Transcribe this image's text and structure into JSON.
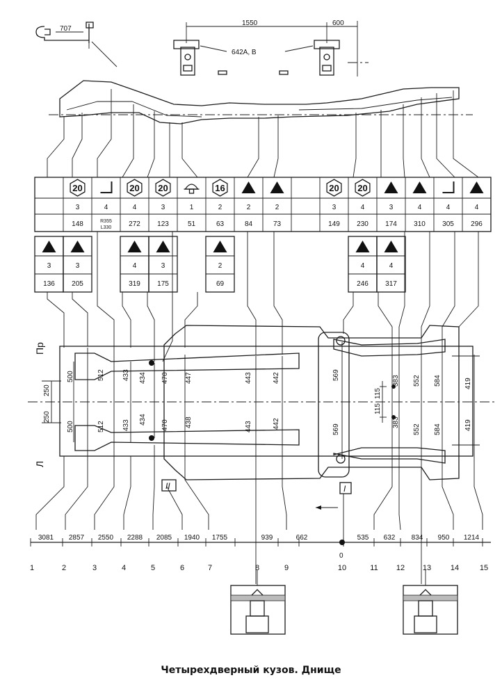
{
  "caption": "Четырехдверный кузов. Днище",
  "top_dims": {
    "d1": "707",
    "d2": "1550",
    "d3": "600",
    "d4": "642A, B"
  },
  "side_labels": {
    "right": "Пр",
    "left": "Л"
  },
  "views": {
    "v1": "I",
    "v2": "II"
  },
  "table_top": {
    "icons": [
      "",
      "20",
      "corner",
      "20",
      "20",
      "dome",
      "16",
      "tri",
      "tri",
      "",
      "20",
      "20",
      "tri",
      "tri",
      "corner",
      "tri"
    ],
    "qty": [
      "",
      "3",
      "4",
      "4",
      "3",
      "1",
      "2",
      "2",
      "2",
      "",
      "3",
      "4",
      "3",
      "4",
      "4",
      "4"
    ],
    "num": [
      "",
      "148",
      "R355 L330",
      "272",
      "123",
      "51",
      "63",
      "84",
      "73",
      "",
      "149",
      "230",
      "174",
      "310",
      "305",
      "296"
    ]
  },
  "table_sub": [
    {
      "qty": "3",
      "num": "136"
    },
    {
      "qty": "3",
      "num": "205"
    },
    {
      "qty": "4",
      "num": "319"
    },
    {
      "qty": "3",
      "num": "175"
    },
    {
      "qty": "2",
      "num": "69"
    },
    {
      "qty": "4",
      "num": "246"
    },
    {
      "qty": "4",
      "num": "317"
    }
  ],
  "inner_dims": {
    "d250a": "250",
    "d250b": "250",
    "d500a": "500",
    "d500b": "500",
    "d512a": "512",
    "d512b": "512",
    "d433a": "433",
    "d433b": "433",
    "d434a": "434",
    "d434b": "434",
    "d470a": "470",
    "d470b": "470",
    "d447": "447",
    "d438": "438",
    "d443a": "443",
    "d443b": "443",
    "d442a": "442",
    "d442b": "442",
    "d569a": "569",
    "d569b": "569",
    "d115a": "115",
    "d115b": "115",
    "d383a": "383",
    "d383b": "383",
    "d552a": "552",
    "d552b": "552",
    "d584a": "584",
    "d584b": "584",
    "d419a": "419",
    "d419b": "419"
  },
  "bottom_dims": [
    "3081",
    "2857",
    "2550",
    "2288",
    "2085",
    "1940",
    "1755",
    "939",
    "662",
    "535",
    "632",
    "834",
    "950",
    "1214"
  ],
  "zero": "0",
  "station_numbers": [
    "1",
    "2",
    "3",
    "4",
    "5",
    "6",
    "7",
    "8",
    "9",
    "10",
    "11",
    "12",
    "13",
    "14",
    "15"
  ]
}
